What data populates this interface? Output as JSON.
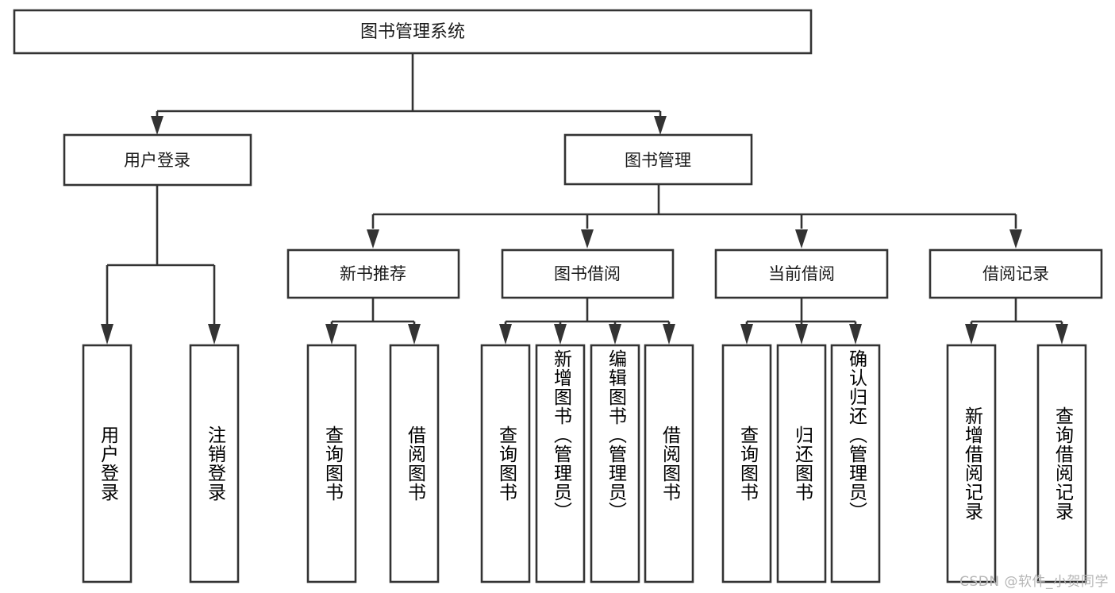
{
  "diagram": {
    "title": "图书管理系统",
    "type": "tree",
    "root": {
      "id": "root",
      "label": "图书管理系统"
    },
    "level2": [
      {
        "id": "user-login",
        "label": "用户登录"
      },
      {
        "id": "book-manage",
        "label": "图书管理"
      }
    ],
    "level3": [
      {
        "id": "new-book-recommend",
        "label": "新书推荐",
        "parent": "book-manage"
      },
      {
        "id": "book-borrow",
        "label": "图书借阅",
        "parent": "book-manage"
      },
      {
        "id": "current-borrow",
        "label": "当前借阅",
        "parent": "book-manage"
      },
      {
        "id": "borrow-record",
        "label": "借阅记录",
        "parent": "book-manage"
      }
    ],
    "leaves": {
      "user_login": [
        {
          "id": "leaf-user-login",
          "label": "用户登录"
        },
        {
          "id": "leaf-user-logout",
          "label": "注销登录"
        }
      ],
      "new_book_recommend": [
        {
          "id": "leaf-query-book-1",
          "label": "查询图书"
        },
        {
          "id": "leaf-borrow-book-1",
          "label": "借阅图书"
        }
      ],
      "book_borrow": [
        {
          "id": "leaf-query-book-2",
          "label": "查询图书"
        },
        {
          "id": "leaf-add-book",
          "label": "新增图书（管理员）"
        },
        {
          "id": "leaf-edit-book",
          "label": "编辑图书（管理员）"
        },
        {
          "id": "leaf-borrow-book-2",
          "label": "借阅图书"
        }
      ],
      "current_borrow": [
        {
          "id": "leaf-query-book-3",
          "label": "查询图书"
        },
        {
          "id": "leaf-return-book",
          "label": "归还图书"
        },
        {
          "id": "leaf-confirm-return",
          "label": "确认归还（管理员）"
        }
      ],
      "borrow_record": [
        {
          "id": "leaf-add-record",
          "label": "新增借阅记录"
        },
        {
          "id": "leaf-query-record",
          "label": "查询借阅记录"
        }
      ]
    }
  },
  "watermark": {
    "text": "CSDN @软件_小贺同学"
  },
  "colors": {
    "stroke": "#333333",
    "fill": "#ffffff",
    "text": "#1a1a1a",
    "watermark": "#b5b5b5"
  }
}
